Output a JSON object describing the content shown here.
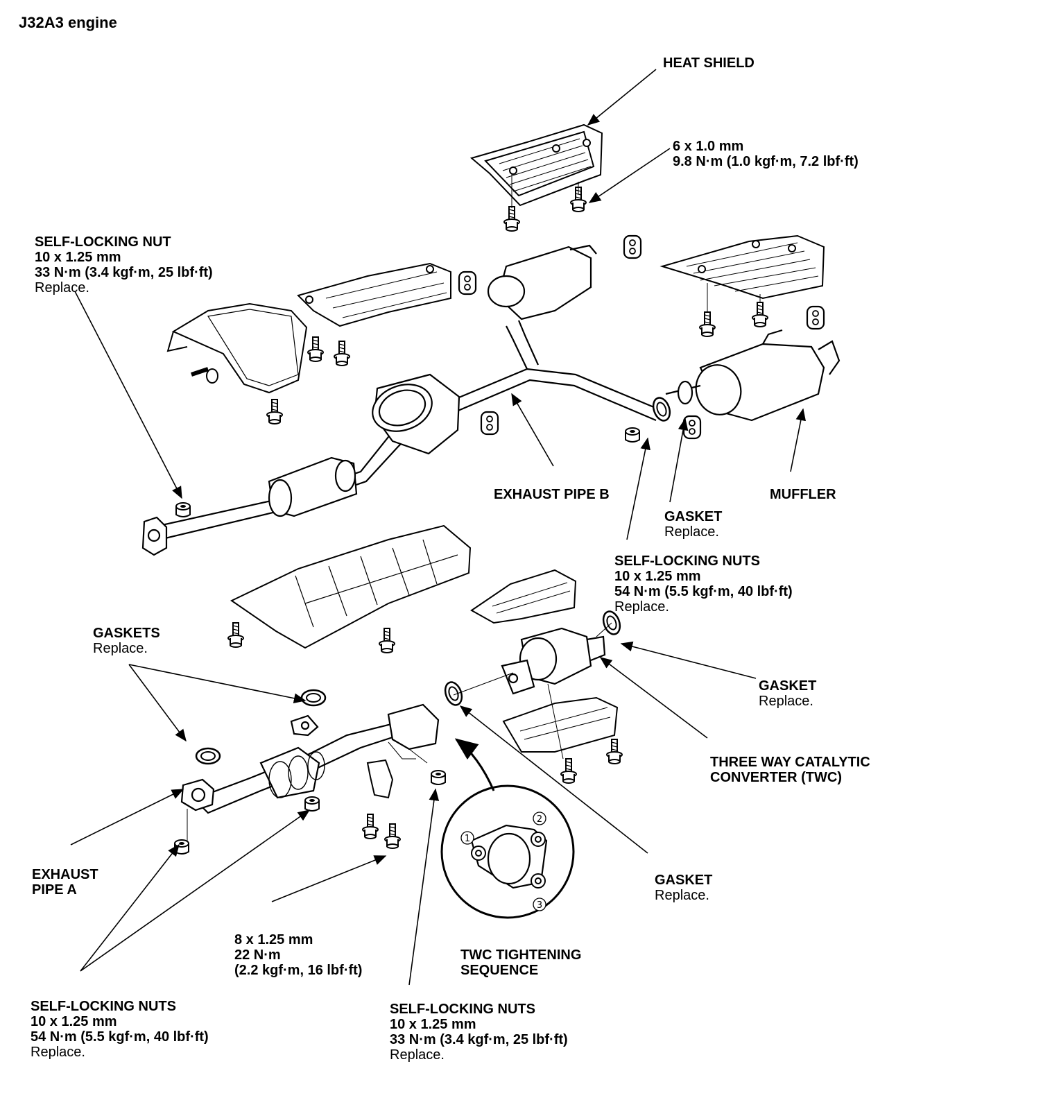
{
  "title": "J32A3 engine",
  "labels": {
    "heat_shield": "HEAT SHIELD",
    "bolt_6": {
      "size": "6 x 1.0 mm",
      "torque": "9.8 N·m (1.0 kgf·m, 7.2 lbf·ft)"
    },
    "self_locking_nut_top": {
      "name": "SELF-LOCKING NUT",
      "size": "10 x 1.25 mm",
      "torque": "33 N·m (3.4 kgf·m, 25 lbf·ft)",
      "note": "Replace."
    },
    "exhaust_pipe_b": "EXHAUST PIPE B",
    "muffler": "MUFFLER",
    "gasket_mid": {
      "name": "GASKET",
      "note": "Replace."
    },
    "self_locking_nuts_mid": {
      "name": "SELF-LOCKING NUTS",
      "size": "10 x 1.25 mm",
      "torque": "54 N·m (5.5 kgf·m, 40 lbf·ft)",
      "note": "Replace."
    },
    "gaskets_left": {
      "name": "GASKETS",
      "note": "Replace."
    },
    "gasket_right": {
      "name": "GASKET",
      "note": "Replace."
    },
    "twc": {
      "line1": "THREE WAY CATALYTIC",
      "line2": "CONVERTER (TWC)"
    },
    "exhaust_pipe_a": {
      "line1": "EXHAUST",
      "line2": "PIPE A"
    },
    "bolt_8": {
      "size": "8 x 1.25 mm",
      "torque1": "22 N·m",
      "torque2": "(2.2 kgf·m, 16 lbf·ft)"
    },
    "twc_sequence": {
      "line1": "TWC TIGHTENING",
      "line2": "SEQUENCE"
    },
    "gasket_lower": {
      "name": "GASKET",
      "note": "Replace."
    },
    "self_locking_nuts_bottom_left": {
      "name": "SELF-LOCKING NUTS",
      "size": "10 x 1.25 mm",
      "torque": "54 N·m (5.5 kgf·m, 40 lbf·ft)",
      "note": "Replace."
    },
    "self_locking_nuts_bottom_mid": {
      "name": "SELF-LOCKING NUTS",
      "size": "10 x 1.25 mm",
      "torque": "33 N·m (3.4 kgf·m, 25 lbf·ft)",
      "note": "Replace."
    }
  },
  "sequence_numbers": [
    "1",
    "2",
    "3"
  ]
}
